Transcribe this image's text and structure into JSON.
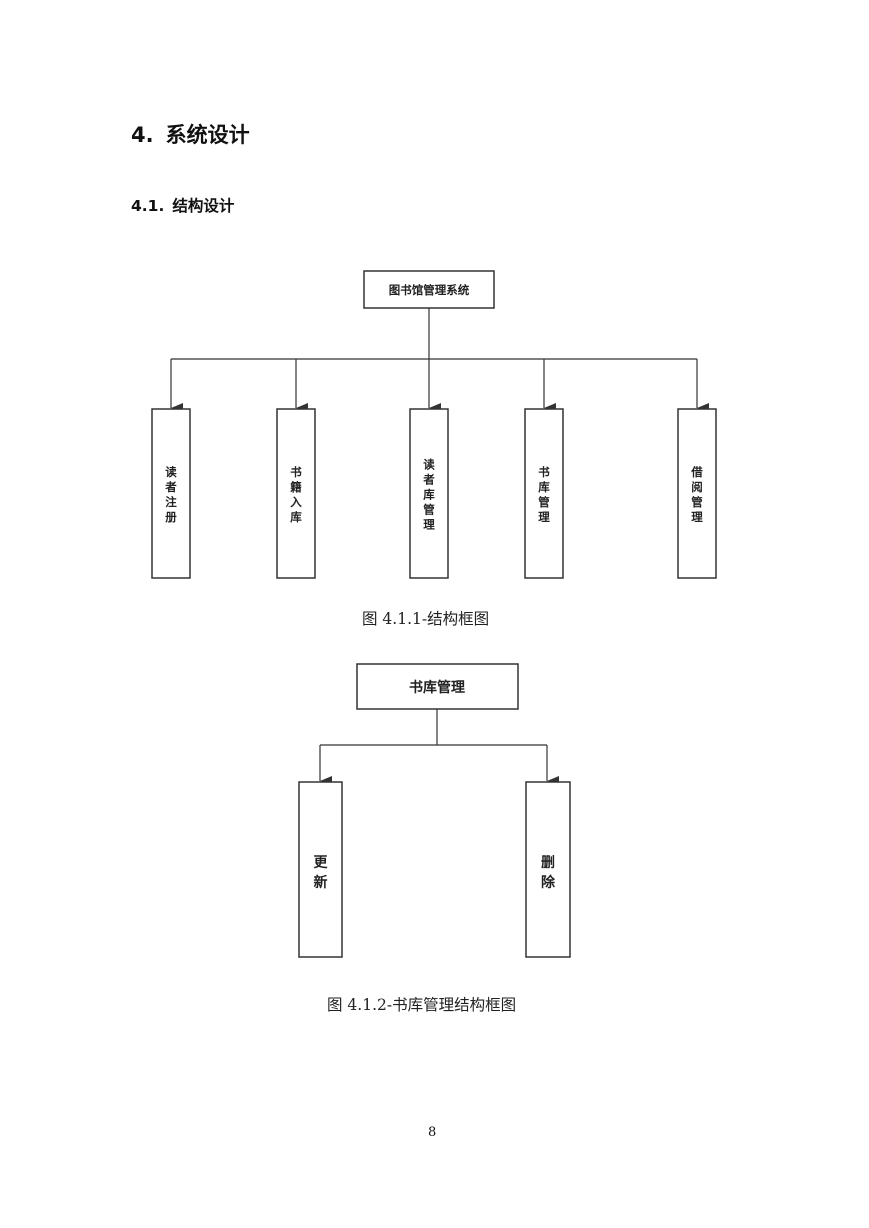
{
  "heading1": {
    "number": "4.",
    "title": "系统设计"
  },
  "heading2": {
    "number": "4.1.",
    "title": "结构设计"
  },
  "diagram1": {
    "root": "图书馆管理系统",
    "children": [
      "读者注册",
      "书籍入库",
      "读者库管理",
      "书库管理",
      "借阅管理"
    ],
    "caption": "图 4.1.1-结构框图"
  },
  "diagram2": {
    "root": "书库管理",
    "children": [
      "更新",
      "删除"
    ],
    "caption": "图 4.1.2-书库管理结构框图"
  },
  "page_number": "8"
}
